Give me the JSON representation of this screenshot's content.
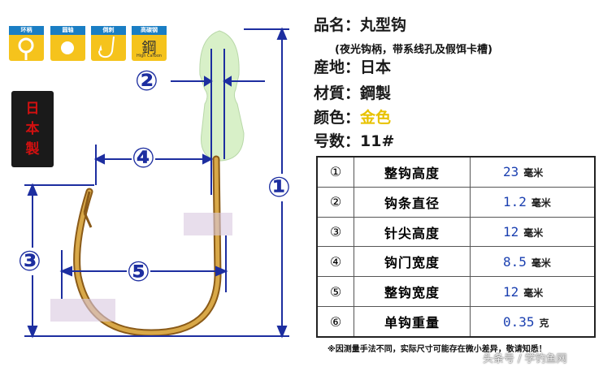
{
  "features": [
    {
      "label": "环柄",
      "icon": "ring-eye-icon"
    },
    {
      "label": "圆轴",
      "icon": "round-shank-icon"
    },
    {
      "label": "倒刺",
      "icon": "barb-icon"
    },
    {
      "label": "高碳钢",
      "icon": "steel-glyph-icon",
      "glyph": "鋼",
      "caption": "High Carbon"
    }
  ],
  "seal": {
    "chars": [
      "日",
      "本",
      "製"
    ]
  },
  "specs": {
    "name_label": "品名：",
    "name_value": "丸型钩",
    "name_sub": "(夜光钩柄，带系线孔及假饵卡槽)",
    "origin_label": "産地：",
    "origin_value": "日本",
    "material_label": "材質：",
    "material_value": "鋼製",
    "color_label": "颜色：",
    "color_value": "金色",
    "size_label": "号数：",
    "size_value": "11#"
  },
  "diagram_markers": [
    "②",
    "④",
    "①",
    "③",
    "⑤"
  ],
  "dimensions": [
    {
      "num": "①",
      "name": "整钩高度",
      "value": "23",
      "unit": "毫米"
    },
    {
      "num": "②",
      "name": "钩条直径",
      "value": "1.2",
      "unit": "毫米"
    },
    {
      "num": "③",
      "name": "针尖高度",
      "value": "12",
      "unit": "毫米"
    },
    {
      "num": "④",
      "name": "钩门宽度",
      "value": "8.5",
      "unit": "毫米"
    },
    {
      "num": "⑤",
      "name": "整钩宽度",
      "value": "12",
      "unit": "毫米"
    },
    {
      "num": "⑥",
      "name": "单钩重量",
      "value": "0.35",
      "unit": "克"
    }
  ],
  "note": "※因测量手法不同，实际尺寸可能存在微小差异，敬请知悉！",
  "watermark": "头条号 / 学钓鱼网",
  "colors": {
    "feature_bg": "#f5c31c",
    "feature_label_bg": "#1a7ec4",
    "marker": "#1d2ea0",
    "hook_gold": "#b8862a",
    "glow_head": "#d8f0c8",
    "value_blue": "#1a3fb0",
    "highlight_gold": "#e8c200"
  }
}
